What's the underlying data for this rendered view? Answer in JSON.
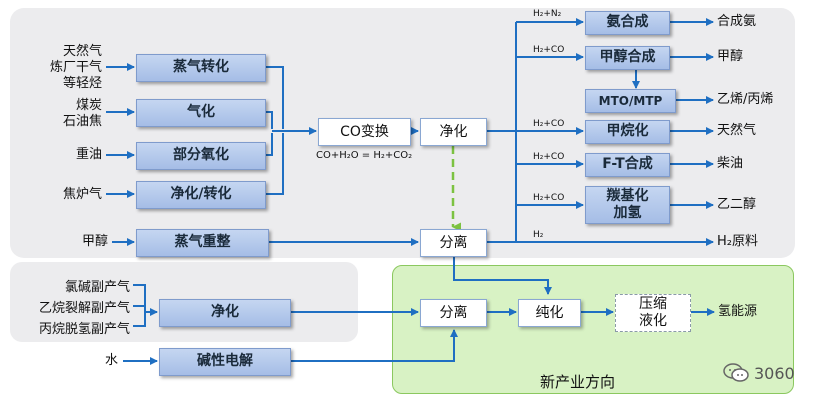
{
  "feeds": {
    "natural_gas": [
      "天然气",
      "炼厂干气",
      "等轻烃"
    ],
    "coal": [
      "煤炭",
      "石油焦"
    ],
    "heavy_oil": "重油",
    "coke_gas": "焦炉气",
    "methanol": "甲醇",
    "byproducts": [
      "氯碱副产气",
      "乙烷裂解副产气",
      "丙烷脱氢副产气"
    ],
    "water": "水"
  },
  "process": {
    "steam_reform": "蒸气转化",
    "gasification": "气化",
    "partial_oxidation": "部分氧化",
    "purify_convert": "净化/转化",
    "steam_reforming": "蒸气重整",
    "co_shift": "CO变换",
    "purify": "净化",
    "separate": "分离",
    "purify2": "净化",
    "separate2": "分离",
    "refine": "纯化",
    "compress": "压缩",
    "liquefy": "液化",
    "alkaline": "碱性电解"
  },
  "equation": "CO+H₂O = H₂+CO₂",
  "synthesis": {
    "ammonia": "氨合成",
    "methanol": "甲醇合成",
    "mto": "MTO/MTP",
    "methanation": "甲烷化",
    "ft": "F-T合成",
    "carbonyl_1": "羰基化",
    "carbonyl_2": "加氢"
  },
  "stream_labels": {
    "h2n2": "H₂+N₂",
    "h2co_1": "H₂+CO",
    "h2co_2": "H₂+CO",
    "h2co_3": "H₂+CO",
    "h2co_4": "H₂+CO",
    "h2": "H₂"
  },
  "products": {
    "ammonia": "合成氨",
    "methanol": "甲醇",
    "olefins": "乙烯/丙烯",
    "natural_gas": "天然气",
    "diesel": "柴油",
    "glycol": "乙二醇",
    "h2_feed": "H₂原料",
    "h2_energy": "氢能源"
  },
  "new_industry": "新产业方向",
  "watermark": "3060",
  "colors": {
    "line_blue": "#1f6fc2",
    "dash_green": "#7cc241",
    "panel_gray": "#ececee",
    "panel_green": "#d8f2c4"
  }
}
